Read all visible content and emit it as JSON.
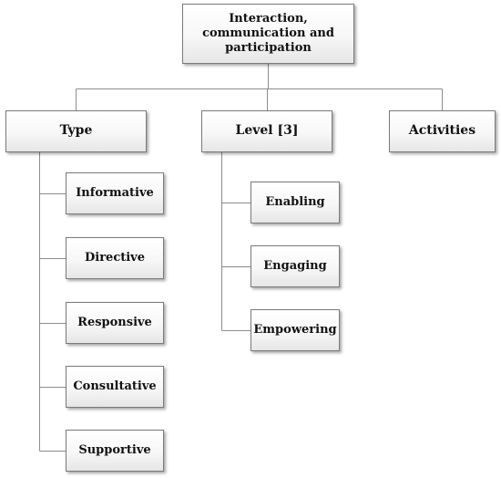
{
  "root": {
    "label": "Interaction, communication and participation"
  },
  "categories": [
    {
      "label": "Type",
      "children": [
        "Informative",
        "Directive",
        "Responsive",
        "Consultative",
        "Supportive"
      ]
    },
    {
      "label": "Level [3]",
      "children": [
        "Enabling",
        "Engaging",
        "Empowering"
      ]
    },
    {
      "label": "Activities",
      "children": []
    }
  ],
  "colors": {
    "border": "#7a7a7a",
    "connector": "#8c8c8c",
    "fill_top": "#ffffff",
    "fill_bottom": "#e6e6e6"
  }
}
